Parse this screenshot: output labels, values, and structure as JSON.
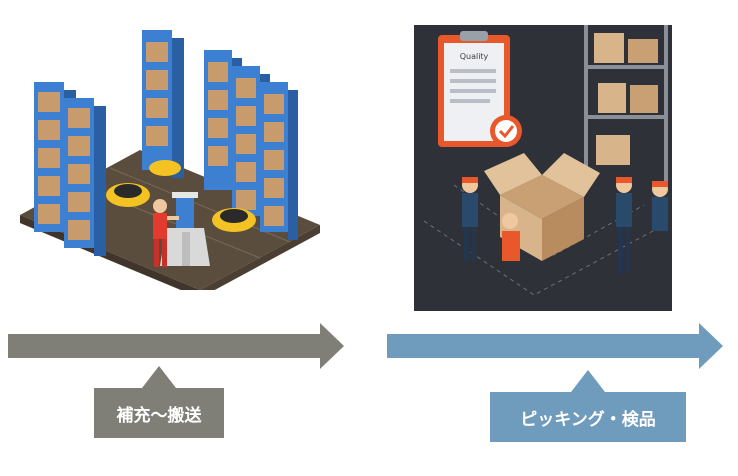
{
  "labels": {
    "step1": "補充～搬送",
    "step2": "ピッキング・検品"
  },
  "illustrations": {
    "left_icon": "warehouse-robot-illustration",
    "right_icon": "picking-inspection-illustration",
    "clipboard_text": "Quality"
  },
  "colors": {
    "arrow_gray": "#7f7f78",
    "arrow_blue": "#6f9bbc",
    "dark_bg": "#2e3138",
    "worker_orange": "#e9582a",
    "box_tan": "#d7b48a",
    "rack_blue": "#3d7fd0",
    "robot_yellow": "#f2c322"
  }
}
